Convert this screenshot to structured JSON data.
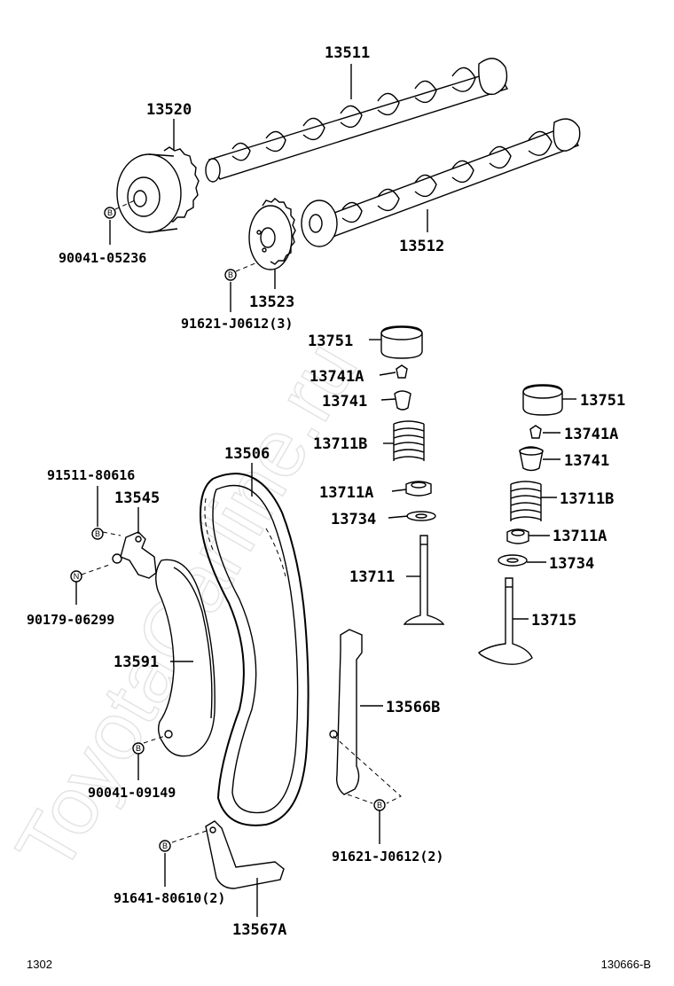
{
  "watermark": "ToyotaCarline.ru",
  "footer": {
    "left": "1302",
    "right": "130666-B"
  },
  "callouts": {
    "p13511": "13511",
    "p13520": "13520",
    "p90041_05236": "90041-05236",
    "p13512": "13512",
    "p13523": "13523",
    "p91621_j0612_3": "91621-J0612(3)",
    "p13751_left": "13751",
    "p13741a_left": "13741A",
    "p13741_left": "13741",
    "p13711b_left": "13711B",
    "p13711a_left": "13711A",
    "p13734_left": "13734",
    "p13711": "13711",
    "p13751_right": "13751",
    "p13741a_right": "13741A",
    "p13741_right": "13741",
    "p13711b_right": "13711B",
    "p13711a_right": "13711A",
    "p13734_right": "13734",
    "p13715": "13715",
    "p13506": "13506",
    "p91511_80616": "91511-80616",
    "p13545": "13545",
    "p90179_06299": "90179-06299",
    "p13591": "13591",
    "p13566b": "13566B",
    "p90041_09149": "90041-09149",
    "p91621_j0612_2": "91621-J0612(2)",
    "p91641_80610_2": "91641-80610(2)",
    "p13567a": "13567A"
  },
  "markers": {
    "b": "B",
    "n": "N"
  }
}
